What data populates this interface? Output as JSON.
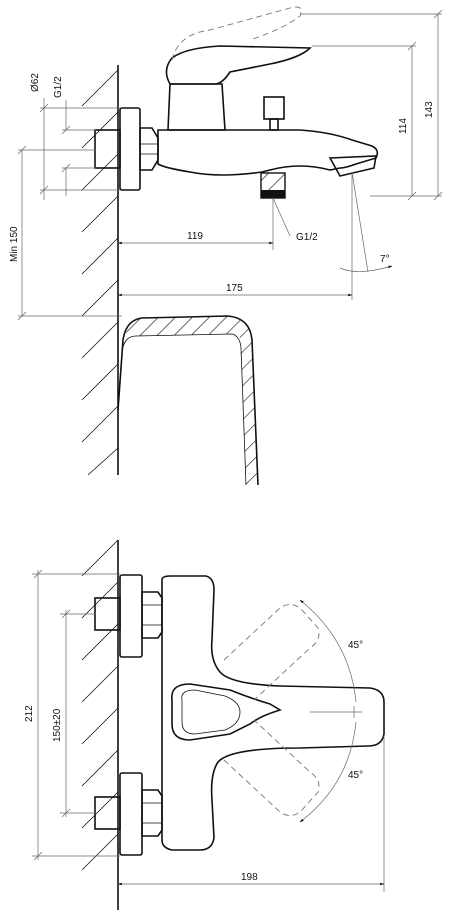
{
  "side_view": {
    "dia_label": "Ø62",
    "thread_top_label": "G1/2",
    "min_height_label": "Min 150",
    "height_114_label": "114",
    "height_143_label": "143",
    "reach_119_label": "119",
    "thread_bottom_label": "G1/2",
    "angle_label": "7°",
    "reach_175_label": "175"
  },
  "front_view": {
    "height_212_label": "212",
    "spacing_label": "150±20",
    "angle_up_label": "45°",
    "angle_down_label": "45°",
    "width_198_label": "198"
  }
}
